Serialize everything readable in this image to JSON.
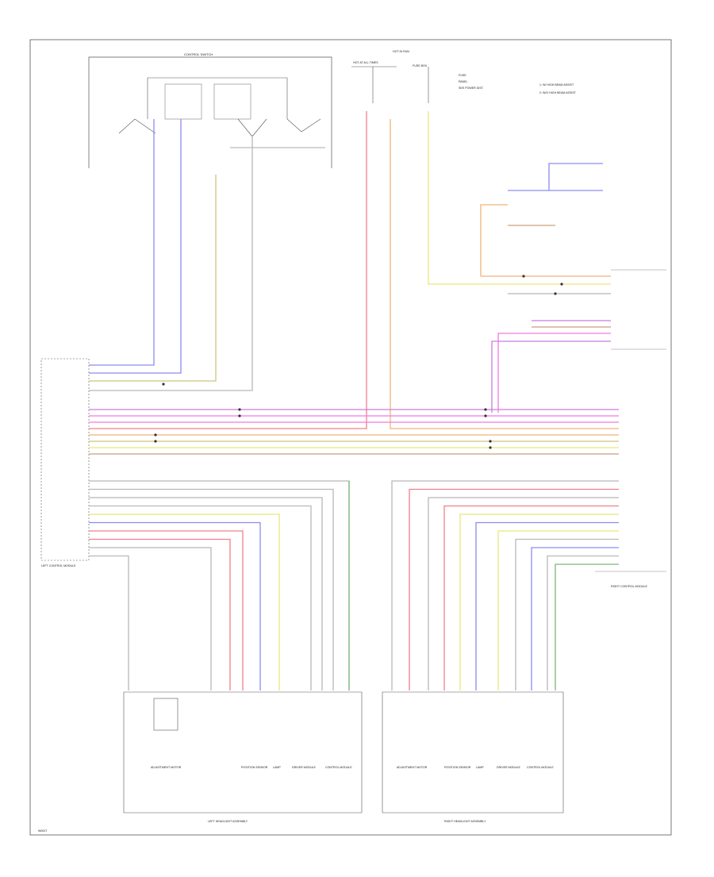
{
  "diagram": {
    "footer_code": "W0027",
    "notes": [
      "1: W/ HIGH BEAM ASSIST",
      "2: W/O HIGH BEAM ASSIST"
    ],
    "top_switch": "CONTROL SWITCH",
    "hot_labels": [
      "HOT AT ALL TIMES",
      "HOT IN RUN"
    ],
    "fuse_label": "FUSE BOX",
    "fuse_legend": [
      "FUSE",
      "PANEL",
      "SEE POWER DIST."
    ],
    "left_module": "LEFT CONTROL MODULE",
    "right_module": "RIGHT CONTROL MODULE",
    "component_labels": [
      "ADJUSTMENT MOTOR",
      "POSITION SENSOR",
      "LAMP",
      "DRIVER MODULE",
      "CONTROL MODULE"
    ],
    "left_assy": "LEFT HEADLIGHT ASSEMBLY",
    "right_assy": "RIGHT HEADLIGHT ASSEMBLY"
  },
  "wire_colors": {
    "red": "#f0808a",
    "blue": "#8c8cf0",
    "violet": "#c97ae0",
    "pink": "#f07ae0",
    "orange": "#f0b27a",
    "yellow": "#e8e87a",
    "green": "#7ab87a",
    "olive": "#c8c87a",
    "gray": "#b8b8b8",
    "brown": "#c8a07a",
    "black": "#333333"
  }
}
